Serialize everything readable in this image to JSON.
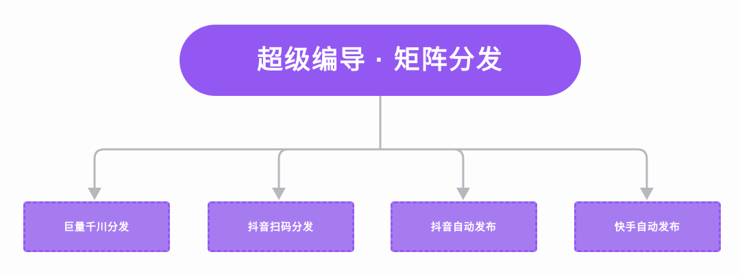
{
  "diagram": {
    "type": "org-tree",
    "background_color": "#fdfdfd",
    "connector_color": "#b5b8bc",
    "root": {
      "label": "超级编导 · 矩阵分发",
      "fill_color": "#9358f2",
      "text_color": "#ffffff",
      "shape": "pill"
    },
    "children": [
      {
        "label": "巨量千川分发",
        "fill_color": "#a77bf0",
        "border_color": "#9358f2",
        "border_style": "dashed",
        "text_color": "#ffffff"
      },
      {
        "label": "抖音扫码分发",
        "fill_color": "#a77bf0",
        "border_color": "#9358f2",
        "border_style": "dashed",
        "text_color": "#ffffff"
      },
      {
        "label": "抖音自动发布",
        "fill_color": "#a77bf0",
        "border_color": "#9358f2",
        "border_style": "dashed",
        "text_color": "#ffffff"
      },
      {
        "label": "快手自动发布",
        "fill_color": "#a77bf0",
        "border_color": "#9358f2",
        "border_style": "dashed",
        "text_color": "#ffffff"
      }
    ]
  }
}
